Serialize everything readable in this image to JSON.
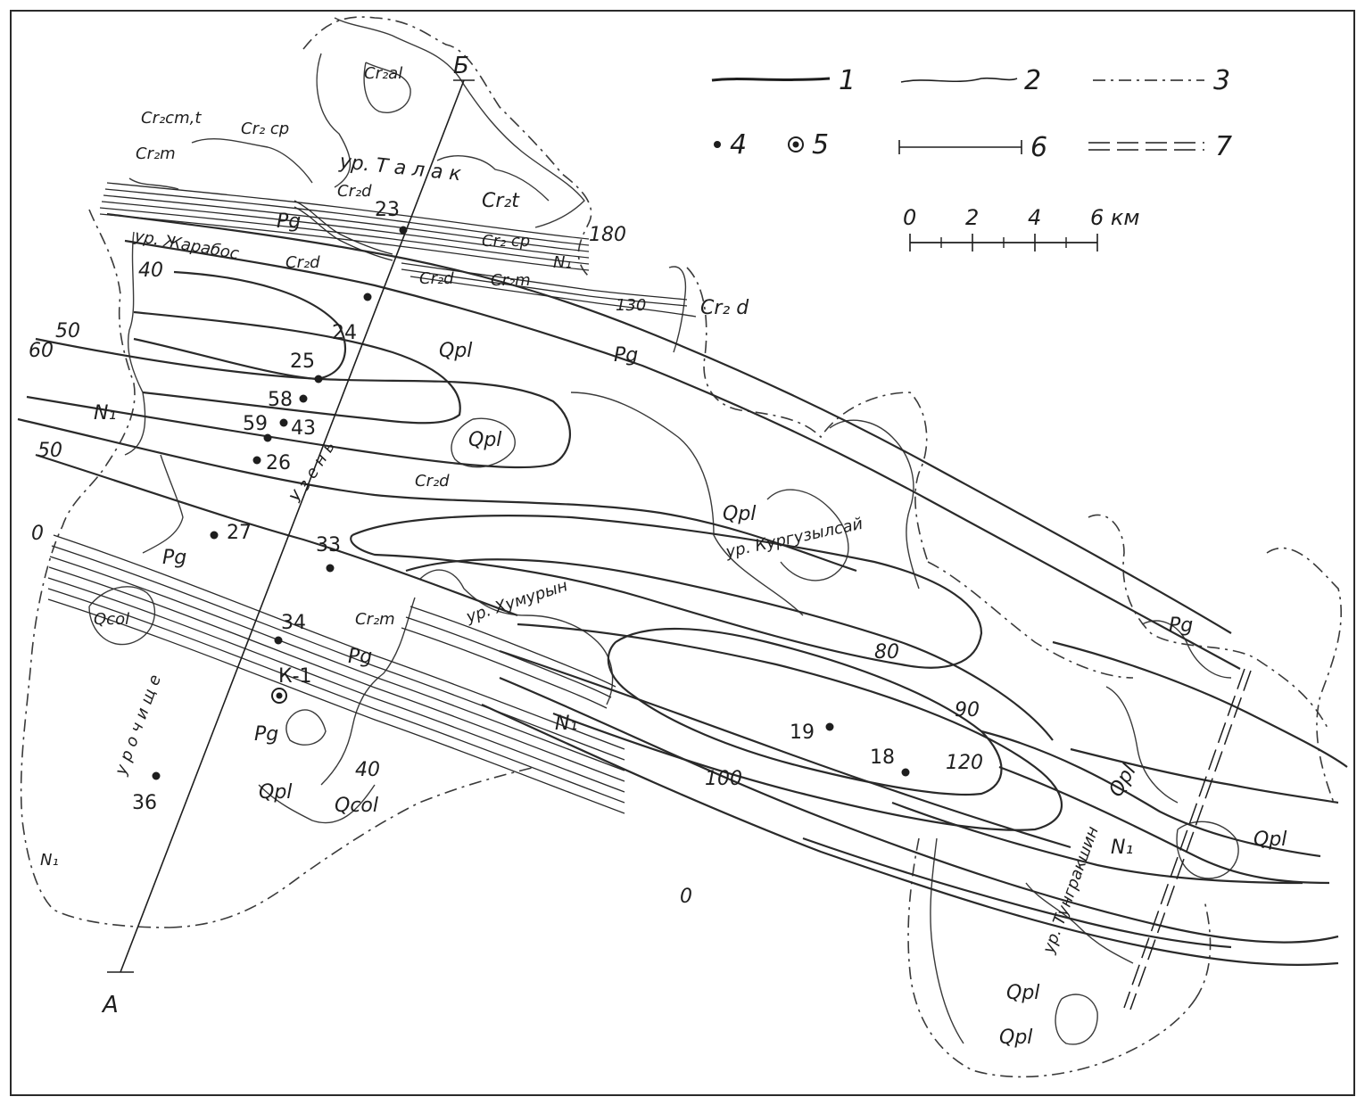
{
  "frame": {
    "border_color": "#2a2a2a",
    "ink_color": "#1e1e1e",
    "paper_color": "#ffffff"
  },
  "legend": {
    "item1": "1",
    "item2": "2",
    "item3": "3",
    "item4": "4",
    "item5": "5",
    "item6": "6",
    "item7": "7"
  },
  "scale": {
    "tick0": "0",
    "tick2": "2",
    "tick4": "4",
    "tick6": "6",
    "unit": "км",
    "tick6_unit": "6 км"
  },
  "section_labels": {
    "start": "А",
    "end": "Б"
  },
  "localities": {
    "talak": "ур. Т а л а к",
    "karabos": "ур. Жарабос",
    "kurguzylsai": "ур. Кургузылсай",
    "khumuryn": "ур. Хумурын",
    "tungrakshin": "ур. Тунгракшин",
    "uzen": "У з е н ь",
    "urochishche": "у р о ч и щ е"
  },
  "geology": {
    "cr2al": "Cr₂al",
    "cr2cmt": "Cr₂cm,t",
    "cr2cp_top": "Cr₂ cp",
    "cr2m_top": "Cr₂m",
    "cr2d_top": "Cr₂d",
    "cr2t": "Cr₂t",
    "cr2cp_right": "Cr₂ cp",
    "pg_top": "Pg",
    "cr2d_left": "Cr₂d",
    "cr2d_mid": "Cr₂d",
    "cr2m_mid": "Cr₂m",
    "n1_top": "N₁",
    "cr2d_right": "Cr₂ d",
    "pg_right": "Pg",
    "qpl_top": "Qpl",
    "qpl_center": "Qpl",
    "cr2d_center": "Cr₂d",
    "n1_left": "N₁",
    "pg_left": "Pg",
    "qcol_left": "Qcol",
    "cr2m_center": "Cr₂m",
    "pg_center": "Pg",
    "pg_low": "Pg",
    "qpl_low": "Qpl",
    "qcol_low": "Qcol",
    "n1_center": "N₁",
    "qpl_kurg": "Qpl",
    "n1_bottomleft": "N₁",
    "pg_east": "Pg",
    "qpl_east1": "Qpl",
    "qpl_east2": "Qpl",
    "n1_east": "N₁",
    "qpl_south1": "Qpl",
    "qpl_south2": "Qpl"
  },
  "isolines": {
    "l180": "180",
    "l130": "130",
    "l40_top": "40",
    "l50_a": "50",
    "l60": "60",
    "l50_b": "50",
    "l0_left": "0",
    "l40_low": "40",
    "l80": "80",
    "l90": "90",
    "l100": "100",
    "l120": "120",
    "l0_bottom": "0"
  },
  "wells": {
    "w23": "23",
    "w24": "24",
    "w25": "25",
    "w58": "58",
    "w59": "59",
    "w43": "43",
    "w26": "26",
    "w27": "27",
    "w33": "33",
    "w34": "34",
    "wk1": "К-1",
    "w36": "36",
    "w19": "19",
    "w18": "18"
  }
}
